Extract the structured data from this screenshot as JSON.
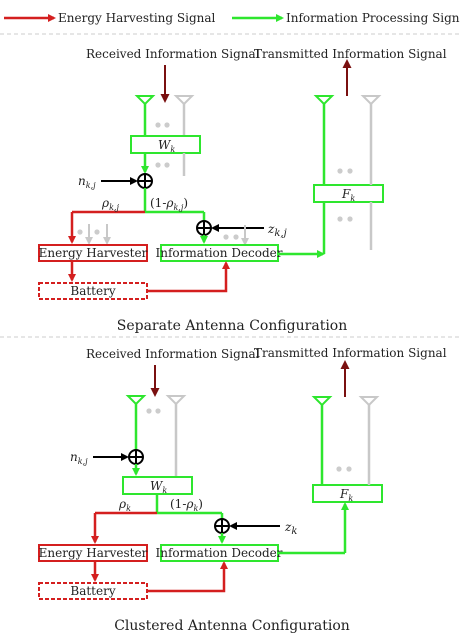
{
  "legend": {
    "energy": "Energy Harvesting Signal",
    "information": "Information Processing Signal"
  },
  "colors": {
    "energy": "#d41f1f",
    "information": "#2ee62e",
    "signal_arrow": "#7a1010",
    "inactive": "#c8c8c8"
  },
  "separate": {
    "received": "Received Information Signal",
    "transmitted": "Transmitted Information Signal",
    "w_main": "W",
    "w_sub": "k",
    "f_main": "F",
    "f_sub": "k",
    "n_main": "n",
    "n_sub": "k,j",
    "rho_main": "ρ",
    "rho_sub": "k,j",
    "one_minus_open": "(1-",
    "one_minus_rho": "ρ",
    "one_minus_sub": "k,j",
    "one_minus_close": ")",
    "z_main": "z",
    "z_sub": "k,j",
    "energy_harvester": "Energy Harvester",
    "information_decoder": "Information Decoder",
    "battery": "Battery",
    "caption": "Separate Antenna Configuration"
  },
  "clustered": {
    "received": "Received Information Signal",
    "transmitted": "Transmitted Information Signal",
    "w_main": "W",
    "w_sub": "k",
    "f_main": "F",
    "f_sub": "k",
    "n_main": "n",
    "n_sub": "k,j",
    "rho_main": "ρ",
    "rho_sub": "k",
    "one_minus_open": "(1-",
    "one_minus_rho": "ρ",
    "one_minus_sub": "k",
    "one_minus_close": ")",
    "z_main": "z",
    "z_sub": "k",
    "energy_harvester": "Energy Harvester",
    "information_decoder": "Information Decoder",
    "battery": "Battery",
    "caption": "Clustered Antenna Configuration"
  }
}
